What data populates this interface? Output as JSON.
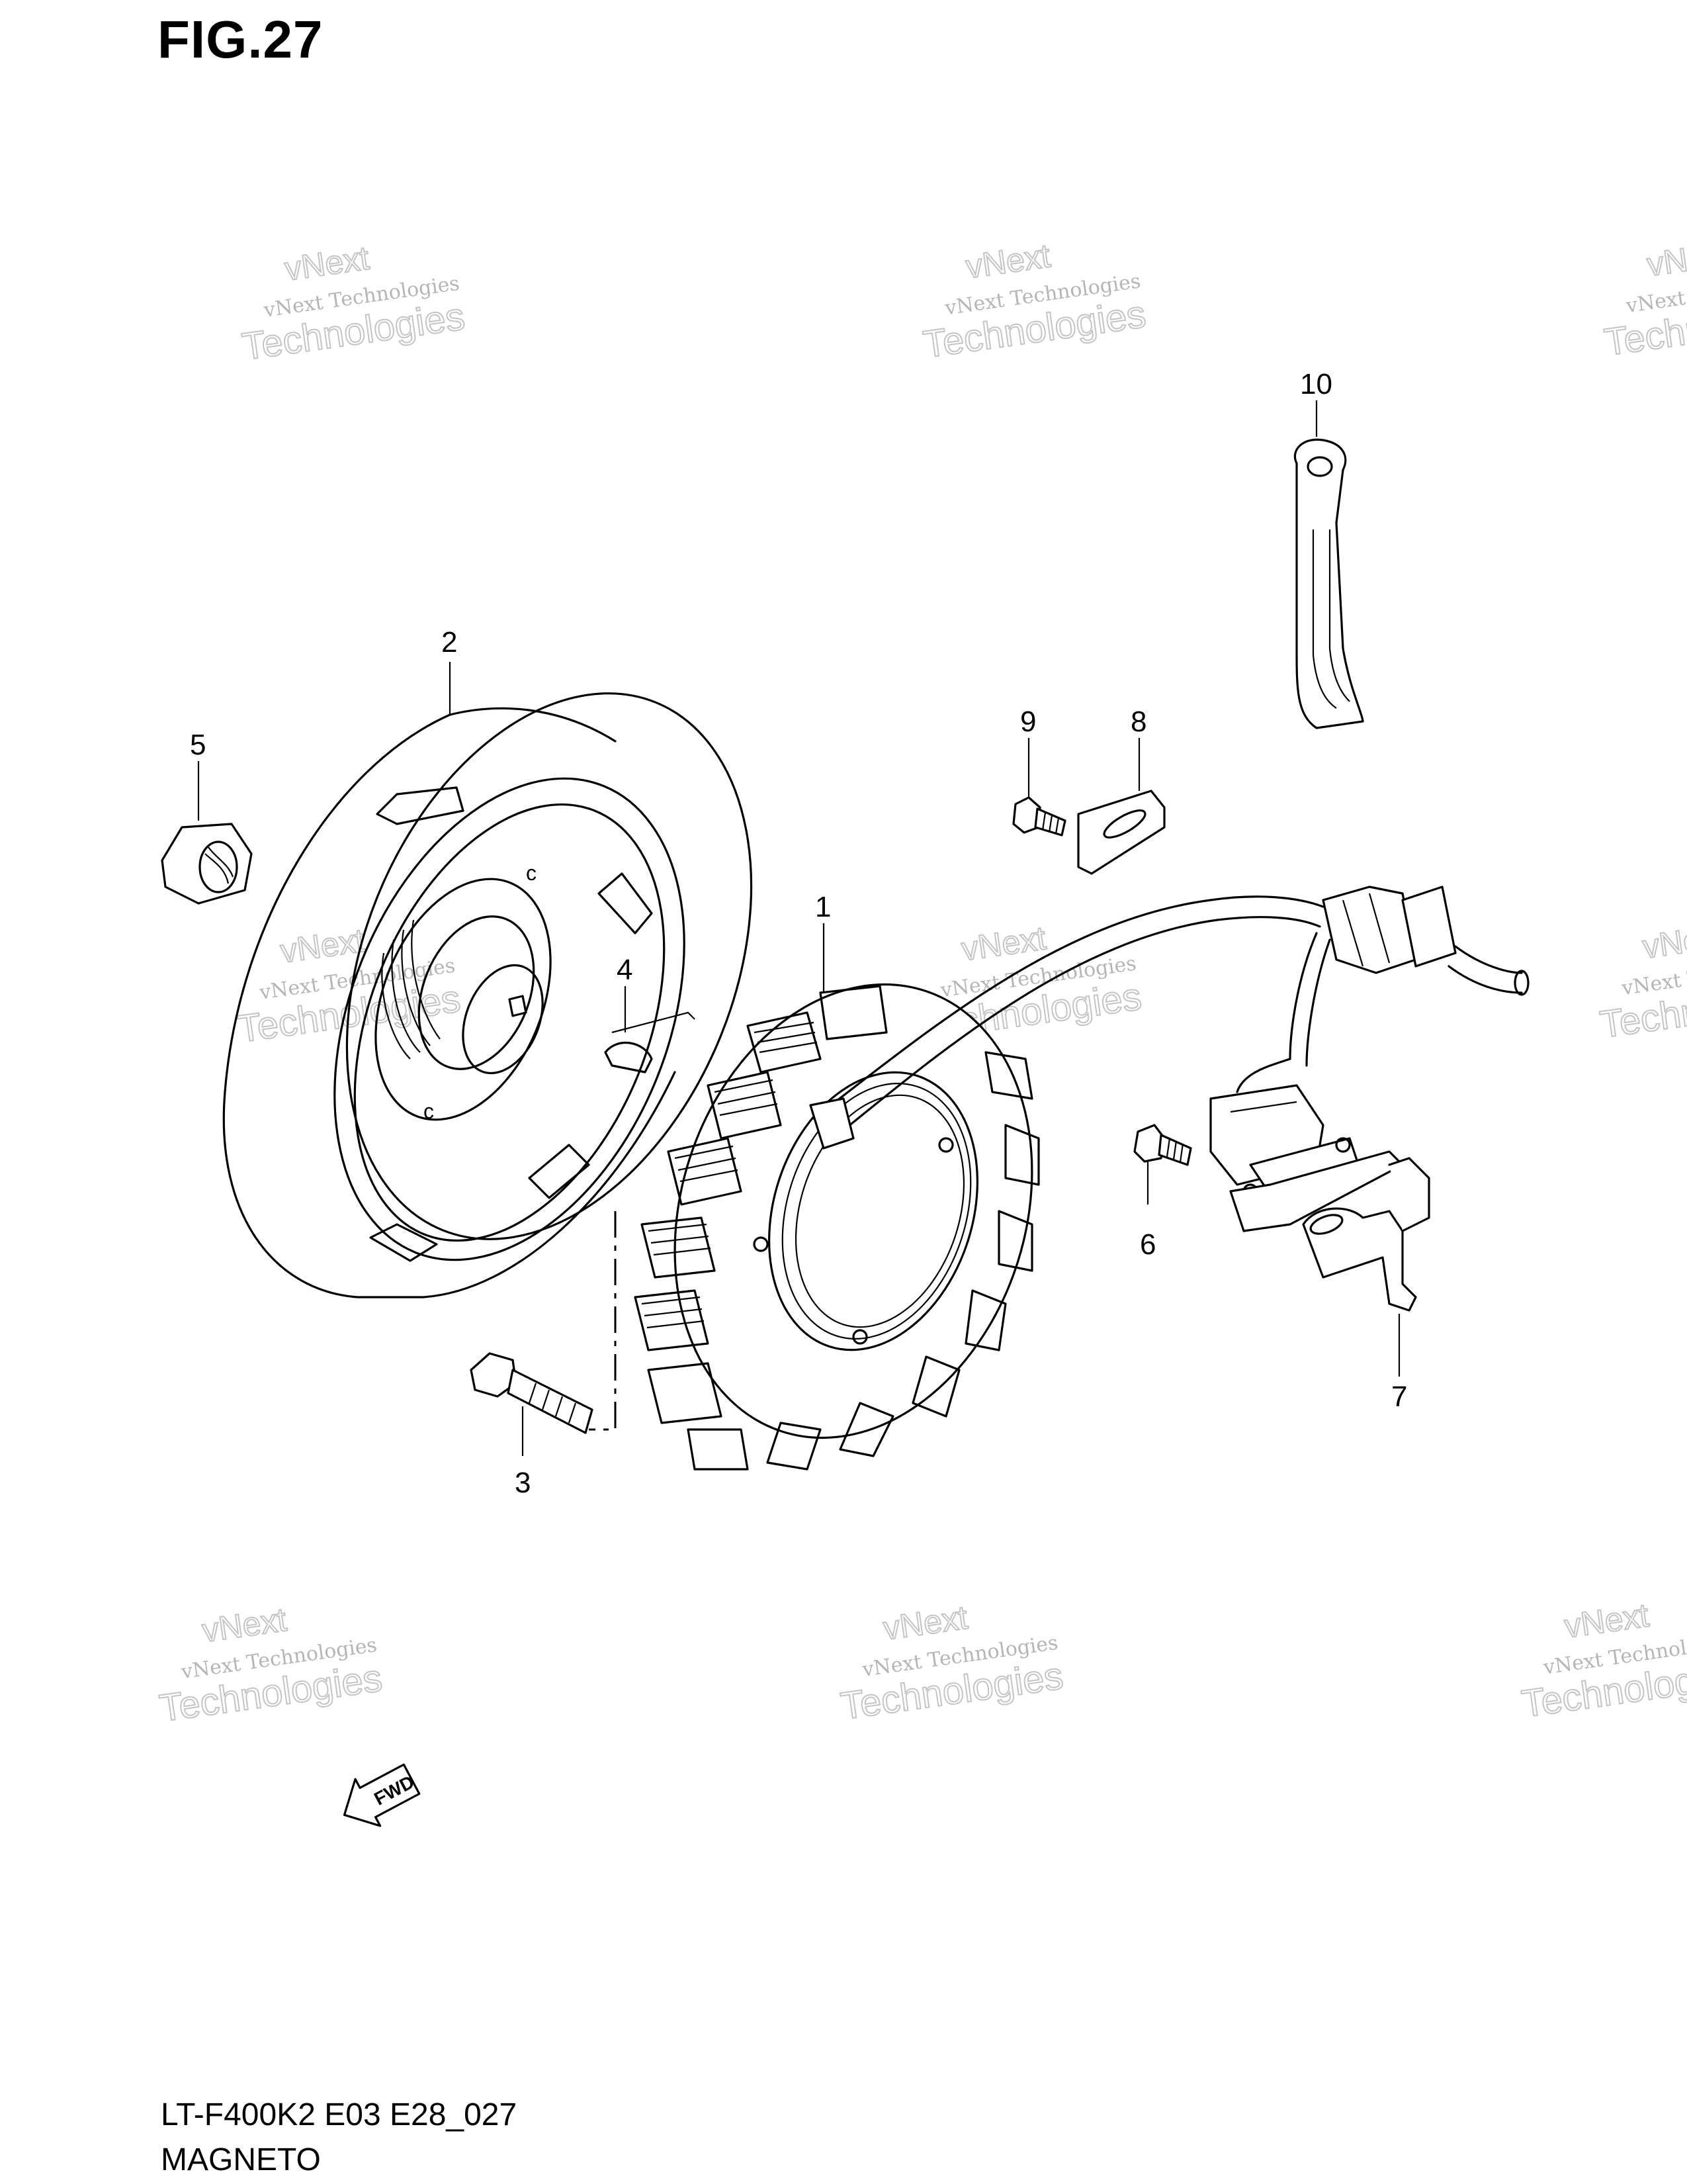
{
  "figure": {
    "title": "FIG.27",
    "code": "LT-F400K2 E03 E28_027",
    "name": "MAGNETO"
  },
  "callouts": [
    "1",
    "2",
    "3",
    "4",
    "5",
    "6",
    "7",
    "8",
    "9",
    "10"
  ],
  "forward_label": "FWD",
  "watermark": {
    "line1": "vNext Technologies",
    "line2": "vNext",
    "line3": "Technologies"
  },
  "colors": {
    "ink": "#000000",
    "background": "#ffffff",
    "watermark": "#c4c4c4"
  }
}
